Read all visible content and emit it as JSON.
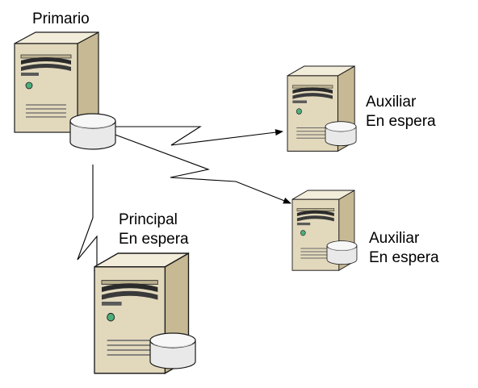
{
  "nodes": {
    "primary": {
      "label": "Primario"
    },
    "principal_standby": {
      "line1": "Principal",
      "line2": "En espera"
    },
    "auxiliary_standby_1": {
      "line1": "Auxiliar",
      "line2": "En espera"
    },
    "auxiliary_standby_2": {
      "line1": "Auxiliar",
      "line2": "En espera"
    }
  },
  "links": [
    {
      "from": "primary",
      "to": "auxiliary_standby_1",
      "style": "lightning-arrow"
    },
    {
      "from": "primary",
      "to": "auxiliary_standby_2",
      "style": "lightning-arrow"
    },
    {
      "from": "primary",
      "to": "principal_standby",
      "style": "lightning-arrow"
    }
  ],
  "colors": {
    "server_front": "#e2d8bc",
    "server_side": "#c9bd98",
    "server_top": "#f1ebd8",
    "outline": "#1a1a1a",
    "power_led": "#4caf7a",
    "disk_fill": "#f0f0f0",
    "disk_shadow": "#cfcfcf"
  }
}
